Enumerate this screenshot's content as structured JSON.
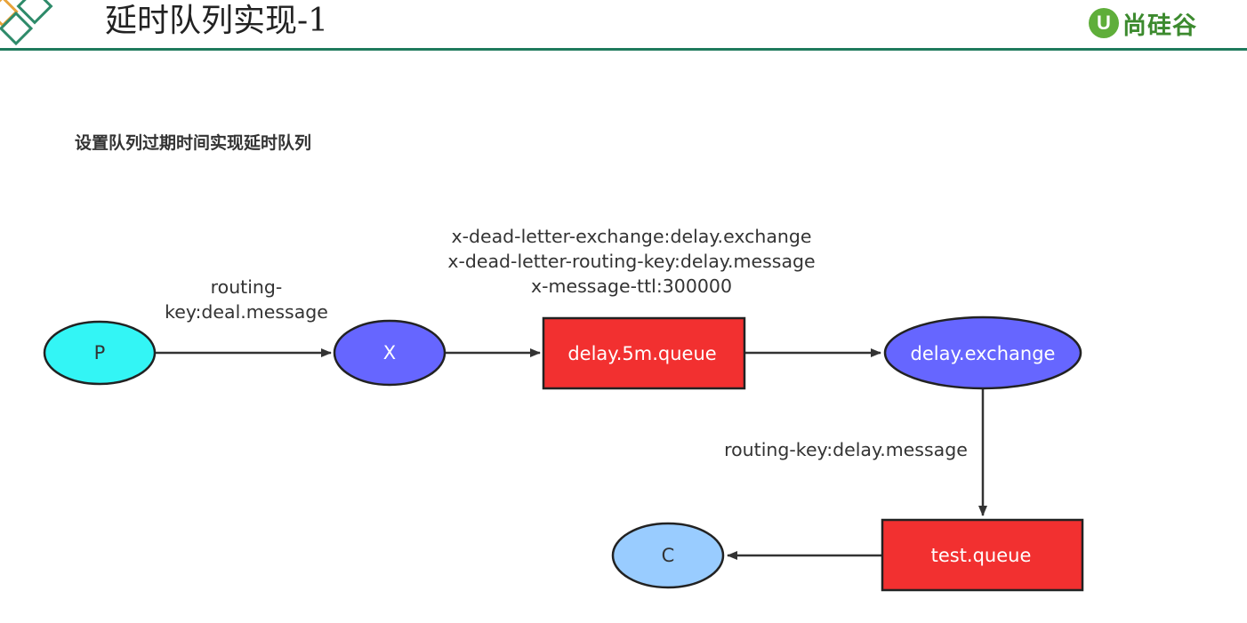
{
  "header": {
    "title": "延时队列实现-1",
    "logo_mark": "U",
    "logo_text": "尚硅谷"
  },
  "subtitle": "设置队列过期时间实现延时队列",
  "nodes": {
    "p": "P",
    "x": "X",
    "delay_queue": "delay.5m.queue",
    "delay_exchange": "delay.exchange",
    "test_queue": "test.queue",
    "c": "C"
  },
  "edge_labels": {
    "p_to_x": [
      "routing-",
      "key:deal.message"
    ],
    "queue_args": [
      "x-dead-letter-exchange:delay.exchange",
      "x-dead-letter-routing-key:delay.message",
      "x-message-ttl:300000"
    ],
    "exchange_to_test": "routing-key:delay.message"
  },
  "colors": {
    "header_line": "#1f7a5c",
    "producer": "#33f5f5",
    "exchange": "#6666ff",
    "queue": "#f23030",
    "consumer": "#99ccff",
    "logo": "#5fae3a"
  }
}
